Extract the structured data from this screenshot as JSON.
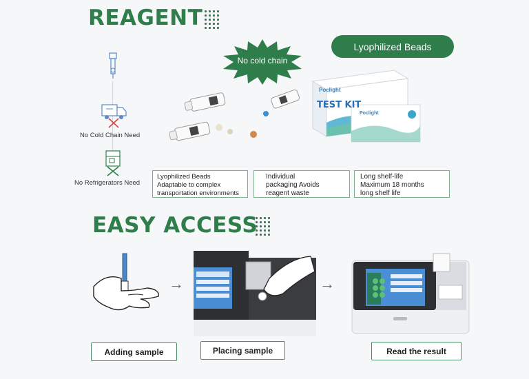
{
  "sections": {
    "reagent_title": "REAGENT",
    "easy_access_title": "EASY ACCESS"
  },
  "badges": {
    "lyophilized": "Lyophilized Beads",
    "no_cold_chain": "No cold chain"
  },
  "features": {
    "no_cold_chain_need": "No Cold Chain Need",
    "no_refrigerators_need": "No Refrigerators Need"
  },
  "product": {
    "brand": "Poclight",
    "box_label": "TEST KIT"
  },
  "info_boxes": [
    {
      "lines": [
        "Lyophilized Beads",
        "Adaptable to complex",
        "transportation environments"
      ]
    },
    {
      "lines": [
        "Individual",
        "packaging Avoids",
        "reagent waste"
      ]
    },
    {
      "lines": [
        "Long shelf-life",
        "Maximum 18 months",
        "long shelf life"
      ]
    }
  ],
  "steps": [
    {
      "label": "Adding sample"
    },
    {
      "label": "Placing sample"
    },
    {
      "label": "Read the result"
    }
  ],
  "colors": {
    "brand_green": "#2e7d4a",
    "box_border": "#7fb08f"
  }
}
